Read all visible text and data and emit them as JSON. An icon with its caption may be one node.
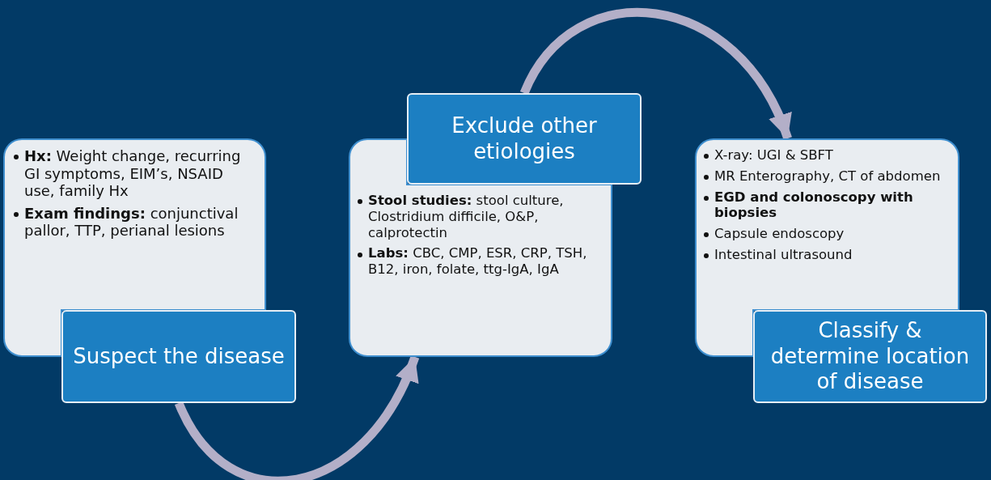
{
  "diagram": {
    "nodes": [
      {
        "text": [
          "**Hx:** Weight change, recurring GI symptoms, EIM’s, NSAID use, family Hx",
          "**Exam findings:** conjunctival pallor, TTP, perianal lesions"
        ]
      },
      {
        "text": [
          "Suspect the disease"
        ]
      },
      {
        "text": [
          "**Stool studies:** stool culture, Clostridium difficile, O&P, calprotectin",
          "**Labs:** CBC, CMP, ESR, CRP, TSH, B12, iron, folate, ttg-IgA, IgA"
        ]
      },
      {
        "text": [
          "Exclude other etiologies"
        ]
      },
      {
        "text": [
          "X-ray: UGI & SBFT",
          "MR Enterography, CT of abdomen",
          "**EGD and colonoscopy with biopsies**",
          "Capsule endoscopy",
          "Intestinal ultrasound"
        ]
      },
      {
        "text": [
          "Classify & determine location of disease"
        ]
      }
    ],
    "edges": [
      {
        "from": 1,
        "to": 2,
        "arrow": "to"
      },
      {
        "from": 3,
        "to": 4,
        "arrow": "to"
      }
    ]
  }
}
